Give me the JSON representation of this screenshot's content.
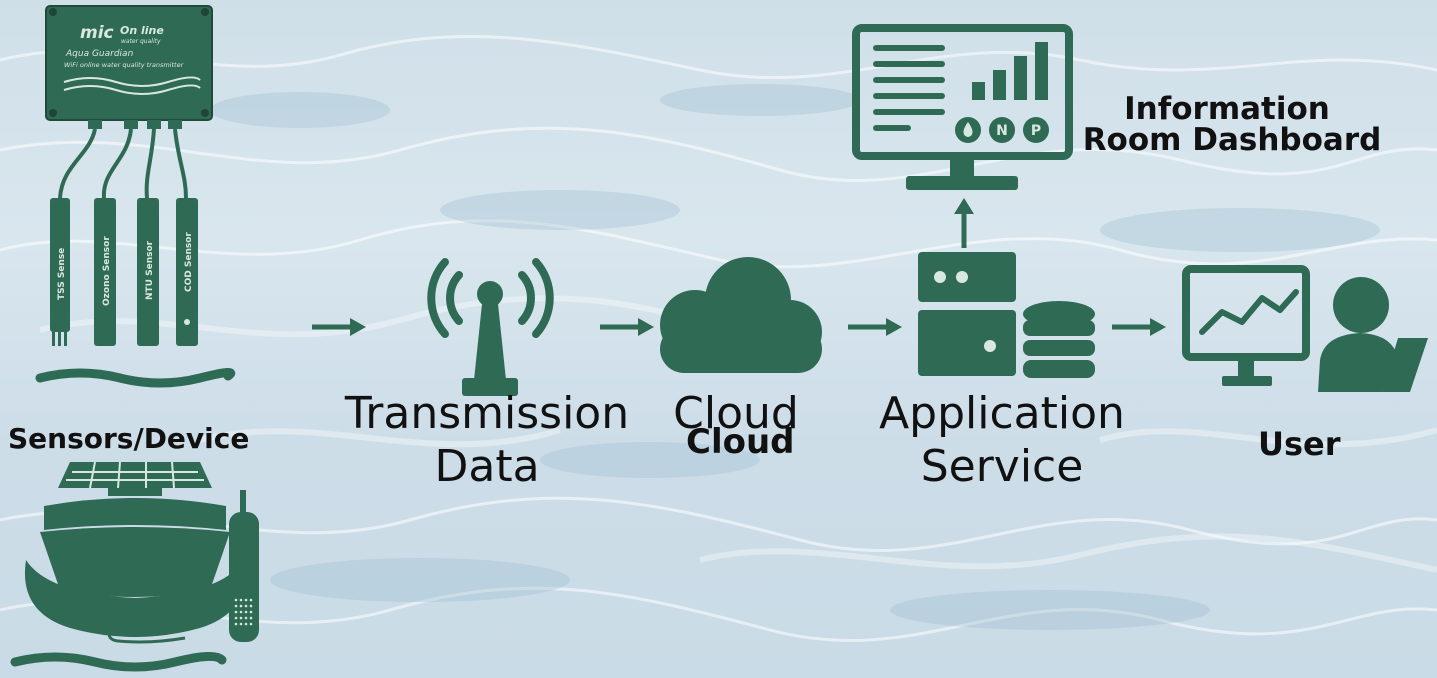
{
  "colors": {
    "icon": "#2f6a55",
    "text": "#111111"
  },
  "sensor_panel": {
    "brand": "mic",
    "status": "On line",
    "status_sub": "water quality",
    "model": "Aqua Guardian",
    "subtitle": "WiFi online   water quality transmitter"
  },
  "sensors": [
    "TSS  Sense",
    "Ozono Sensor",
    "NTU Sensor",
    "COD Sensor"
  ],
  "dashboard_badges": [
    "N",
    "P"
  ],
  "labels": {
    "sensors_device": "Sensors/Device",
    "transmission": "Transmission",
    "data": "Data",
    "cloud_main": "Cloud",
    "cloud_bold": "Cloud",
    "application": "Application",
    "service": "Service",
    "info_line1": "Information",
    "info_line2": "Room Dashboard",
    "user": "User"
  },
  "icons": [
    "transmitter-box-icon",
    "probe-icon",
    "buoy-icon",
    "antenna-icon",
    "cloud-icon",
    "server-icon",
    "database-icon",
    "monitor-dashboard-icon",
    "user-at-computer-icon",
    "arrow-right-icon",
    "arrow-up-icon"
  ]
}
